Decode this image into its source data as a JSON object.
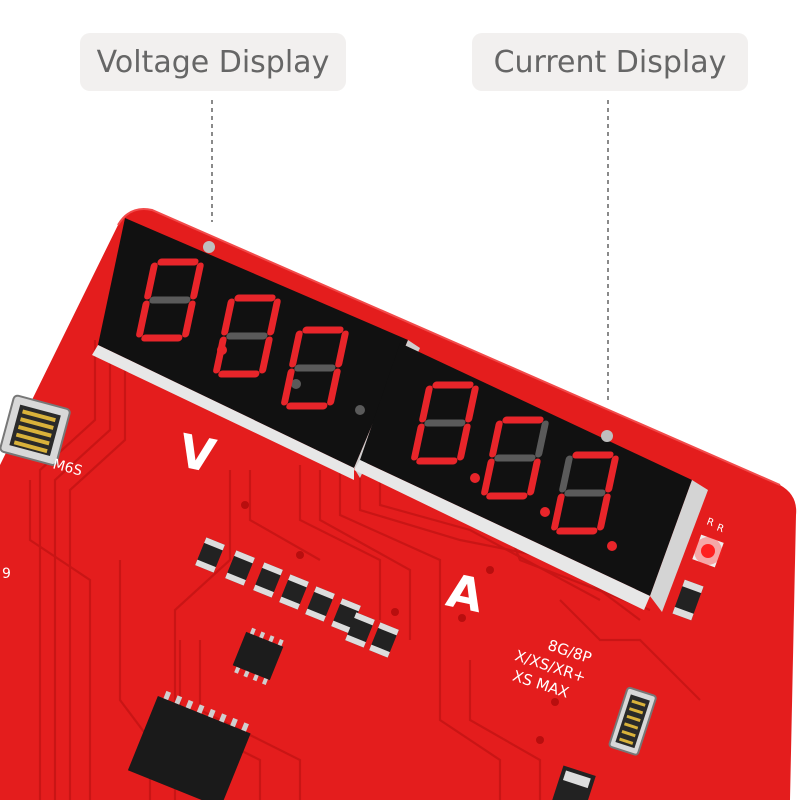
{
  "callouts": {
    "voltage": "Voltage Display",
    "current": "Current Display"
  },
  "board": {
    "voltage_unit": "V",
    "current_unit": "A",
    "label_m6s": "M6S",
    "label_9": "9",
    "label_models": [
      "8G/8P",
      "X/XS/XR+",
      "XS MAX"
    ],
    "label_small": [
      "R",
      "R"
    ],
    "colors": {
      "pcb": "#e41d1d",
      "pcb_dark": "#c01414",
      "display_body": "#111111",
      "segment_on": "#e8252a",
      "segment_off": "#5a5a5a",
      "led": "#ff2020"
    }
  }
}
